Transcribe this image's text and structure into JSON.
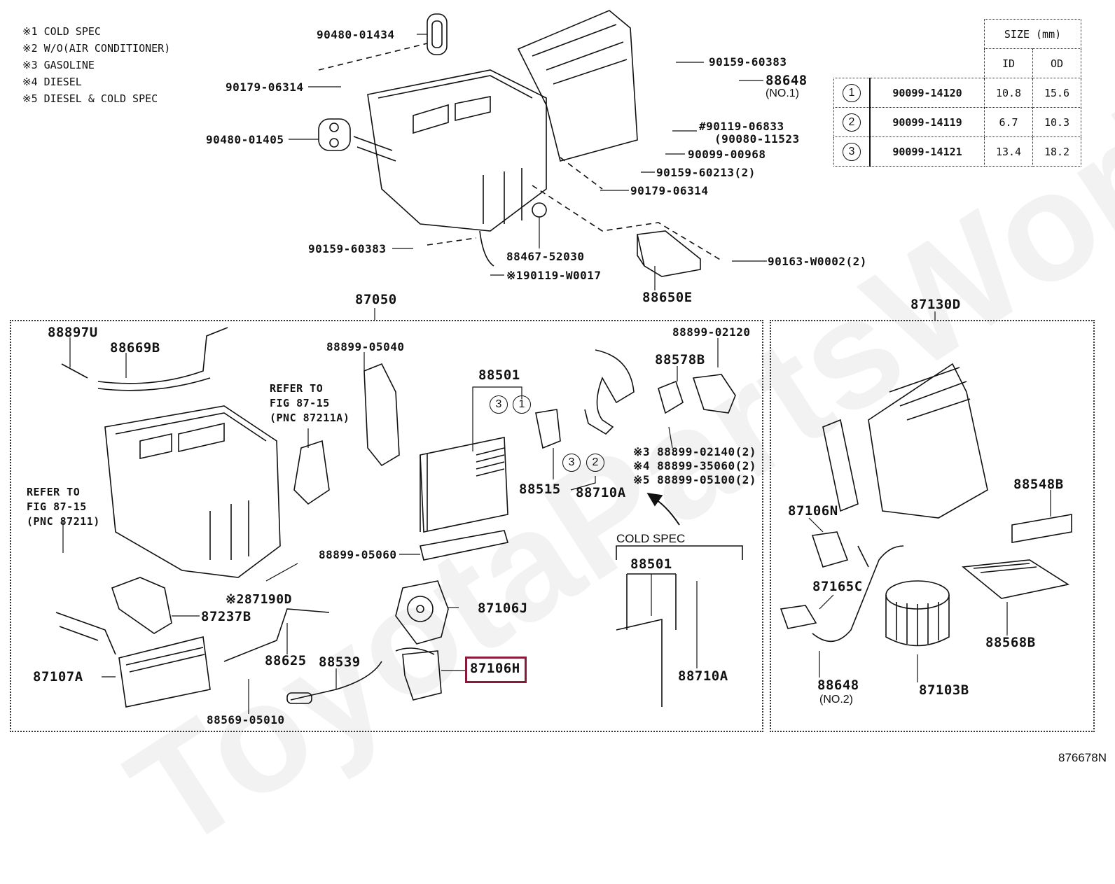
{
  "diagram": {
    "figure_code": "876678N",
    "watermark": "ToyotaPartsWorld",
    "notes": [
      "※1 COLD SPEC",
      "※2 W/O(AIR CONDITIONER)",
      "※3 GASOLINE",
      "※4 DIESEL",
      "※5 DIESEL & COLD SPEC"
    ],
    "size_table": {
      "header": "SIZE (mm)",
      "columns": [
        "ID",
        "OD"
      ],
      "rows": [
        {
          "ref": "1",
          "part": "90099-14120",
          "id": "10.8",
          "od": "15.6"
        },
        {
          "ref": "2",
          "part": "90099-14119",
          "id": "6.7",
          "od": "10.3"
        },
        {
          "ref": "3",
          "part": "90099-14121",
          "id": "13.4",
          "od": "18.2"
        }
      ]
    },
    "top_assembly": {
      "labels": [
        "90480-01434",
        "90179-06314",
        "90480-01405",
        "90159-60383",
        "88648",
        "(NO.1)",
        "#90119-06833",
        "(90080-11523",
        "90099-00968",
        "90159-60213(2)",
        "90179-06314",
        "90159-60383",
        "88467-52030",
        "※190119-W0017",
        "90163-W0002(2)",
        "88650E"
      ]
    },
    "main_group": {
      "title": "87050",
      "labels": [
        "88897U",
        "88669B",
        "88899-05040",
        "88501",
        "88899-02120",
        "88578B",
        "88515",
        "88710A",
        "※3 88899-02140(2)",
        "※4 88899-35060(2)",
        "※5 88899-05100(2)",
        "88899-05060",
        "※287190D",
        "87237B",
        "87107A",
        "88625",
        "88539",
        "88569-05010",
        "87106J",
        "87106H"
      ],
      "refer_notes": [
        [
          "REFER TO",
          "FIG 87-15",
          "(PNC 87211A)"
        ],
        [
          "REFER TO",
          "FIG 87-15",
          "(PNC 87211)"
        ]
      ],
      "circle_refs_top": [
        "3",
        "1"
      ],
      "circle_refs_bottom": [
        "3",
        "2"
      ],
      "cold_spec": {
        "title": "COLD SPEC",
        "labels": [
          "88501",
          "88710A"
        ]
      },
      "highlighted_part": "87106H"
    },
    "blower_group": {
      "title": "87130D",
      "labels": [
        "88548B",
        "87106N",
        "87165C",
        "88568B",
        "88648",
        "(NO.2)",
        "87103B"
      ]
    },
    "colors": {
      "highlight": "#8b1a3a",
      "line": "#111111",
      "watermark": "#f2f2f2"
    }
  }
}
